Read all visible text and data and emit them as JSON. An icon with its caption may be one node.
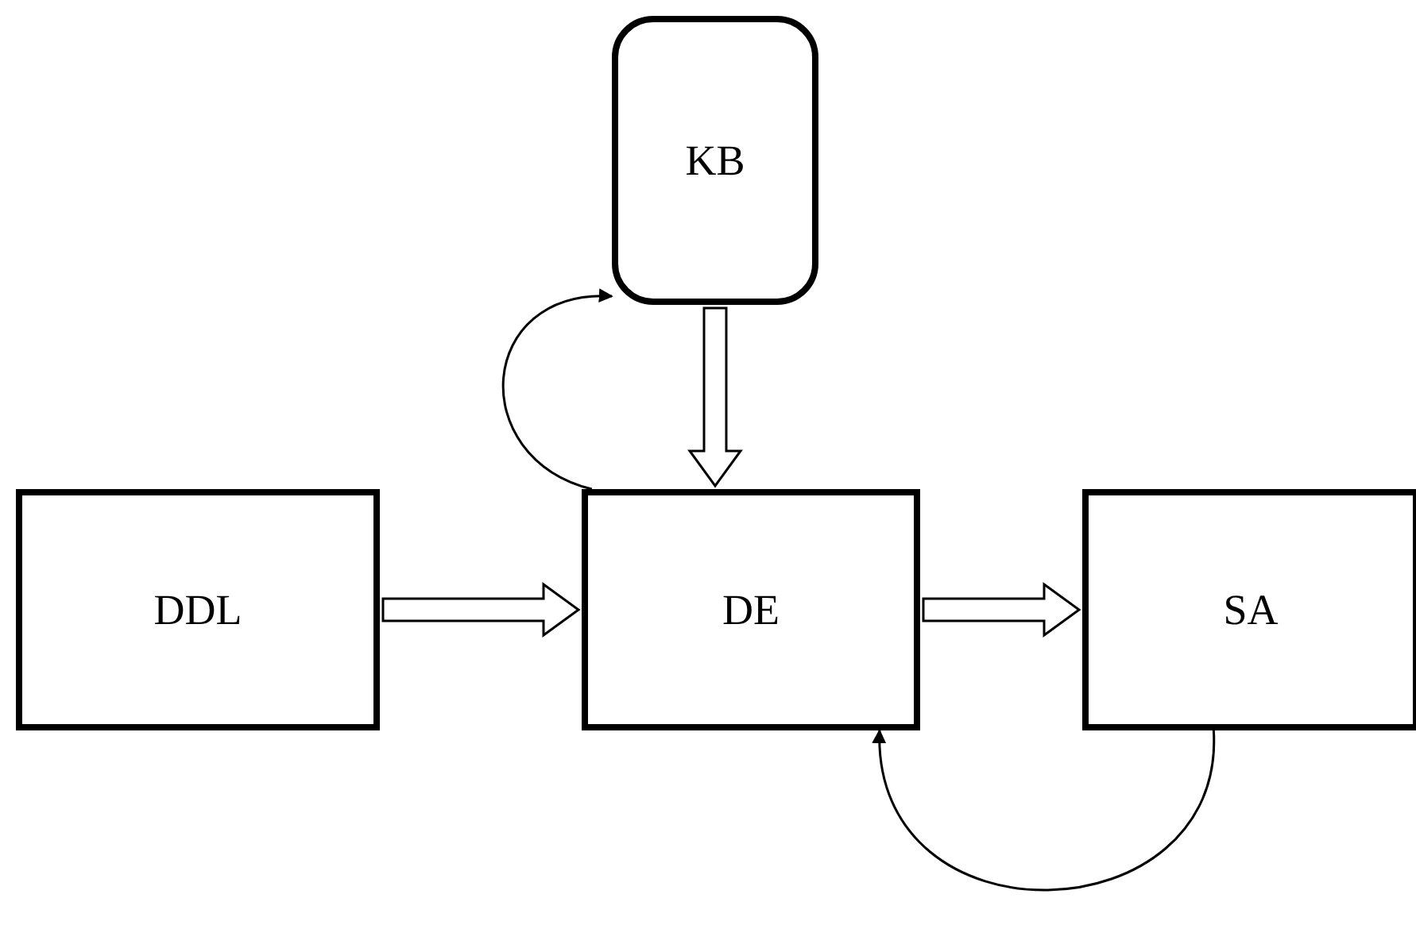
{
  "diagram": {
    "nodes": [
      {
        "text": [
          "KB"
        ]
      },
      {
        "text": [
          "DDL"
        ]
      },
      {
        "text": [
          "DE"
        ]
      },
      {
        "text": [
          "SA"
        ]
      }
    ],
    "edges": [
      {
        "from": 0,
        "to": 2,
        "arrow": "to",
        "style": "thick"
      },
      {
        "from": 1,
        "to": 2,
        "arrow": "to",
        "style": "thick"
      },
      {
        "from": 2,
        "to": 3,
        "arrow": "to",
        "style": "thick"
      },
      {
        "from": 2,
        "to": 0,
        "arrow": "to"
      },
      {
        "from": 3,
        "to": 2,
        "arrow": "to"
      }
    ]
  }
}
